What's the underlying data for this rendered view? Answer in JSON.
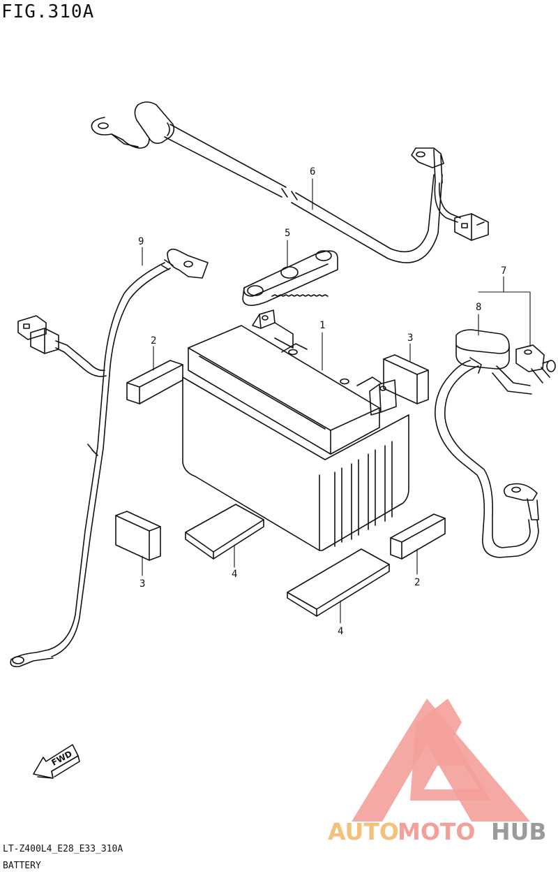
{
  "figure": {
    "title": "FIG.310A"
  },
  "footer": {
    "model_code": "LT-Z400L4_E28_E33_310A",
    "section_name": "BATTERY"
  },
  "fwd_arrow": {
    "label": "FWD"
  },
  "callouts": {
    "c1": "1",
    "c2a": "2",
    "c2b": "2",
    "c3a": "3",
    "c3b": "3",
    "c4a": "4",
    "c4b": "4",
    "c5": "5",
    "c6": "6",
    "c7": "7",
    "c8": "8",
    "c9": "9"
  },
  "watermark": {
    "text_auto": "AUTO",
    "text_moto": "MOTO",
    "text_hub": "HUB",
    "colors": {
      "auto": "#f5c07a",
      "moto": "#f4a09a",
      "hub": "#9b9b9b",
      "logo": "#f4a09a"
    }
  },
  "colors": {
    "line": "#111111",
    "background": "#ffffff"
  }
}
